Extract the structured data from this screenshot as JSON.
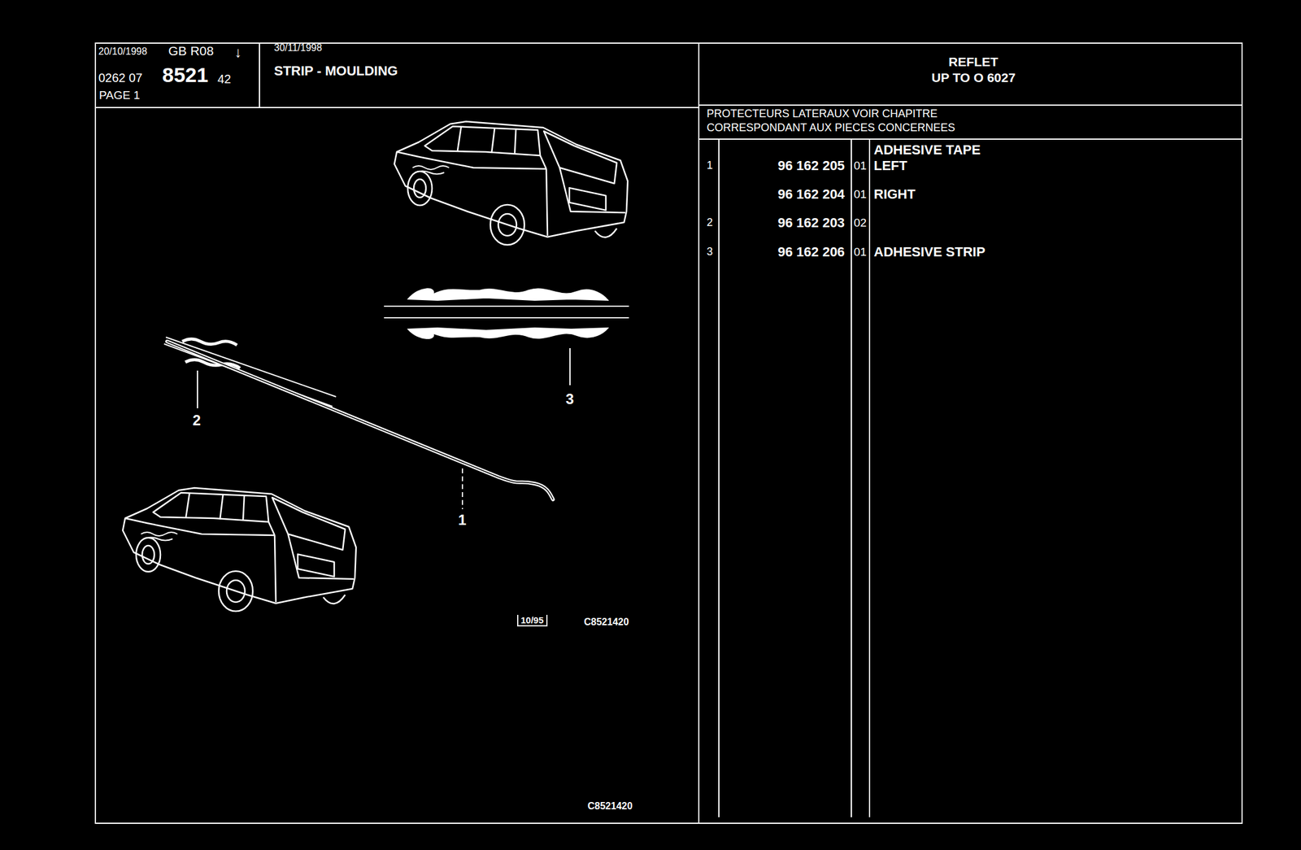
{
  "diagram": {
    "title": "STRIP - MOULDING",
    "labels": [
      "20/10/1998",
      "GB R08",
      "↓",
      "0262 07",
      "8521",
      "42",
      "PAGE 1",
      "30/11/1998",
      "REFLET",
      "UP TO O 6027",
      "PROTECTEURS LATERAUX VOIR CHAPITRE CORRESPONDANT AUX PIECES CONCERNEES",
      "ADHESIVE TAPE",
      "1",
      "96 162 205",
      "01",
      "LEFT",
      "96 162 204",
      "01",
      "RIGHT",
      "2",
      "96 162 203",
      "02",
      "3",
      "96 162 206",
      "01",
      "ADHESIVE STRIP",
      "3",
      "2",
      "1",
      "10/95",
      "C8521420",
      "C8521420"
    ]
  }
}
